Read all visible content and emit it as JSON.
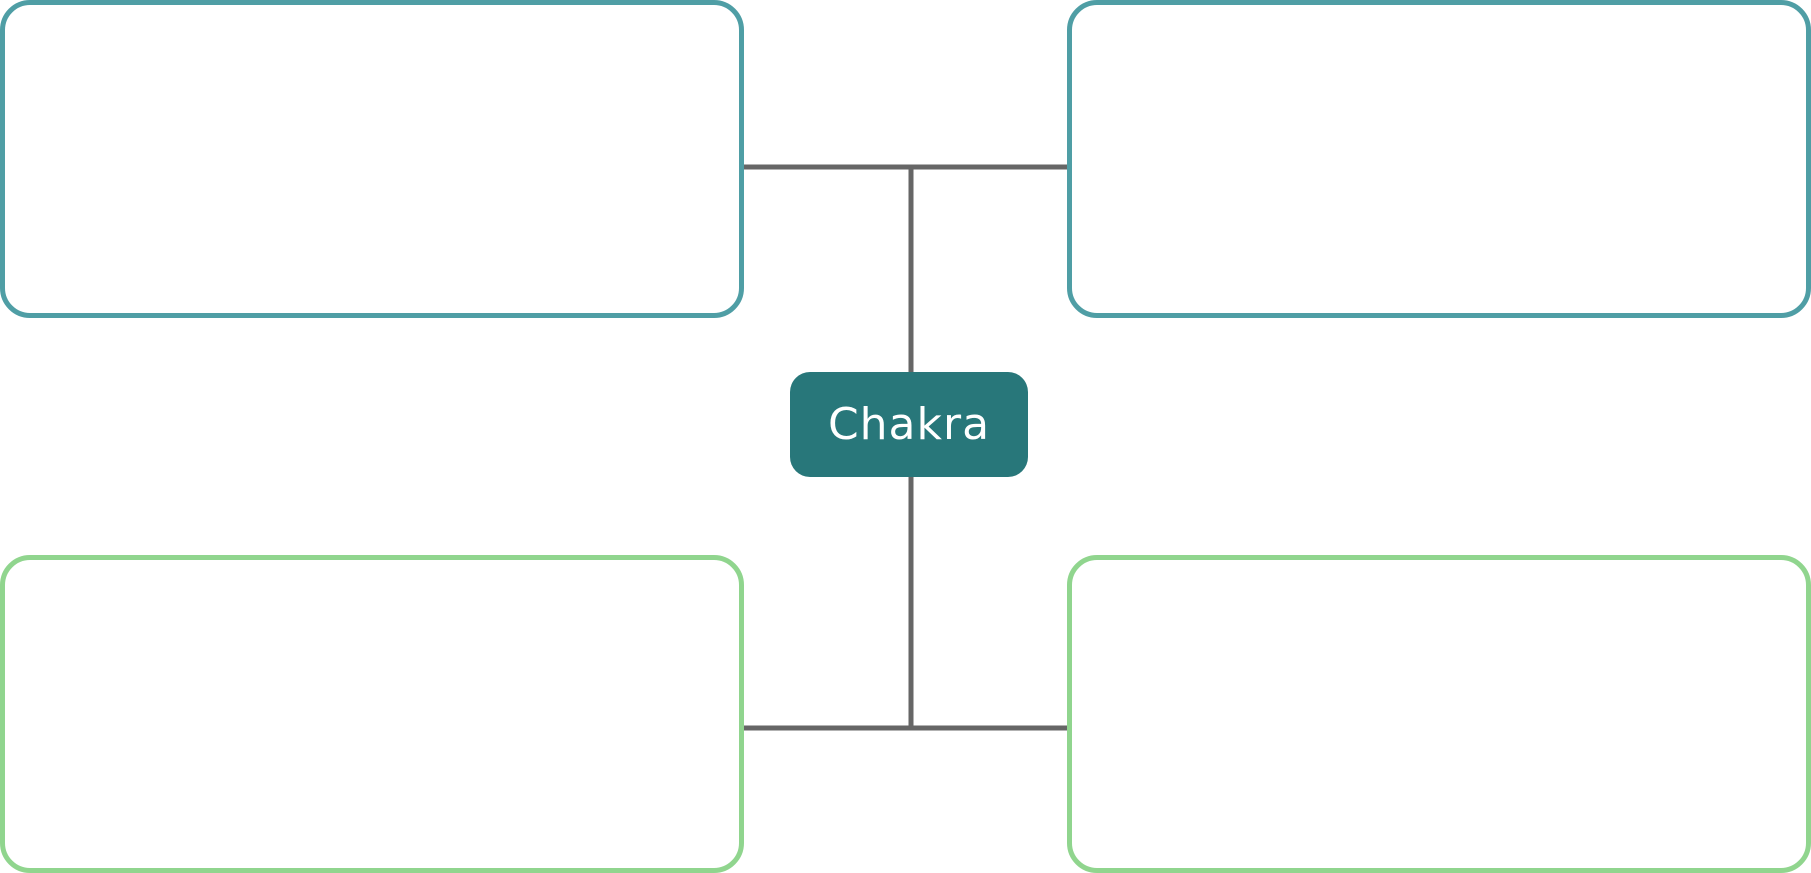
{
  "diagram": {
    "center_label": "Chakra",
    "colors": {
      "center_fill": "#28777A",
      "center_text": "#FFFFFF",
      "top_box_border": "#4F9EA5",
      "bottom_box_border": "#90D58E",
      "connector": "#666666"
    },
    "boxes": [
      {
        "id": "top-left",
        "text": ""
      },
      {
        "id": "top-right",
        "text": ""
      },
      {
        "id": "bottom-left",
        "text": ""
      },
      {
        "id": "bottom-right",
        "text": ""
      }
    ]
  }
}
